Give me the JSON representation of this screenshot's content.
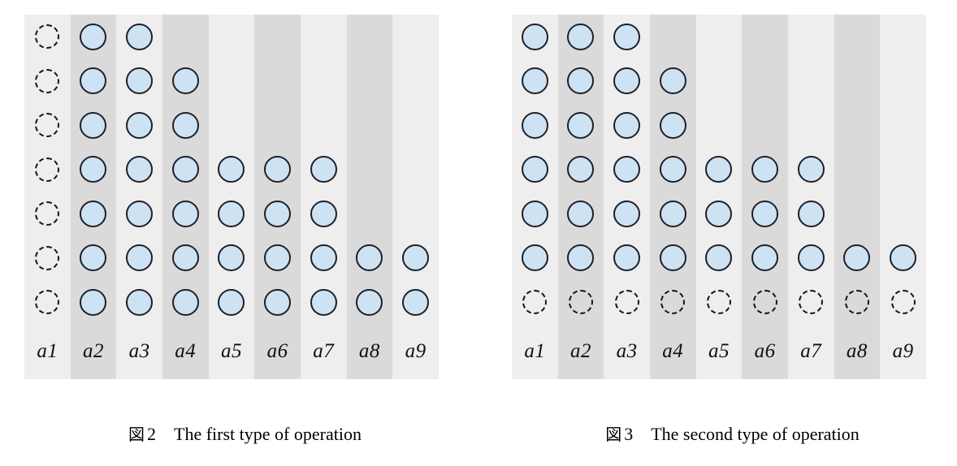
{
  "page": {
    "background": "#ffffff",
    "circle_fill": "#cde3f4",
    "circle_stroke": "#1f1f28",
    "stripe_odd": "#eeeeee",
    "stripe_even": "#dadada"
  },
  "figures": [
    {
      "id": "figure-2",
      "caption_mark": "図",
      "caption_number": "2",
      "caption_text": "The first type of operation",
      "columns": [
        "a1",
        "a2",
        "a3",
        "a4",
        "a5",
        "a6",
        "a7",
        "a8",
        "a9"
      ],
      "rows": [
        [
          "dashed",
          "filled",
          "filled",
          "empty",
          "empty",
          "empty",
          "empty",
          "empty",
          "empty"
        ],
        [
          "dashed",
          "filled",
          "filled",
          "filled",
          "empty",
          "empty",
          "empty",
          "empty",
          "empty"
        ],
        [
          "dashed",
          "filled",
          "filled",
          "filled",
          "empty",
          "empty",
          "empty",
          "empty",
          "empty"
        ],
        [
          "dashed",
          "filled",
          "filled",
          "filled",
          "filled",
          "filled",
          "filled",
          "empty",
          "empty"
        ],
        [
          "dashed",
          "filled",
          "filled",
          "filled",
          "filled",
          "filled",
          "filled",
          "empty",
          "empty"
        ],
        [
          "dashed",
          "filled",
          "filled",
          "filled",
          "filled",
          "filled",
          "filled",
          "filled",
          "filled"
        ],
        [
          "dashed",
          "filled",
          "filled",
          "filled",
          "filled",
          "filled",
          "filled",
          "filled",
          "filled"
        ]
      ]
    },
    {
      "id": "figure-3",
      "caption_mark": "図",
      "caption_number": "3",
      "caption_text": "The second type of operation",
      "columns": [
        "a1",
        "a2",
        "a3",
        "a4",
        "a5",
        "a6",
        "a7",
        "a8",
        "a9"
      ],
      "rows": [
        [
          "filled",
          "filled",
          "filled",
          "empty",
          "empty",
          "empty",
          "empty",
          "empty",
          "empty"
        ],
        [
          "filled",
          "filled",
          "filled",
          "filled",
          "empty",
          "empty",
          "empty",
          "empty",
          "empty"
        ],
        [
          "filled",
          "filled",
          "filled",
          "filled",
          "empty",
          "empty",
          "empty",
          "empty",
          "empty"
        ],
        [
          "filled",
          "filled",
          "filled",
          "filled",
          "filled",
          "filled",
          "filled",
          "empty",
          "empty"
        ],
        [
          "filled",
          "filled",
          "filled",
          "filled",
          "filled",
          "filled",
          "filled",
          "empty",
          "empty"
        ],
        [
          "filled",
          "filled",
          "filled",
          "filled",
          "filled",
          "filled",
          "filled",
          "filled",
          "filled"
        ],
        [
          "dashed",
          "dashed",
          "dashed",
          "dashed",
          "dashed",
          "dashed",
          "dashed",
          "dashed",
          "dashed"
        ]
      ]
    }
  ]
}
